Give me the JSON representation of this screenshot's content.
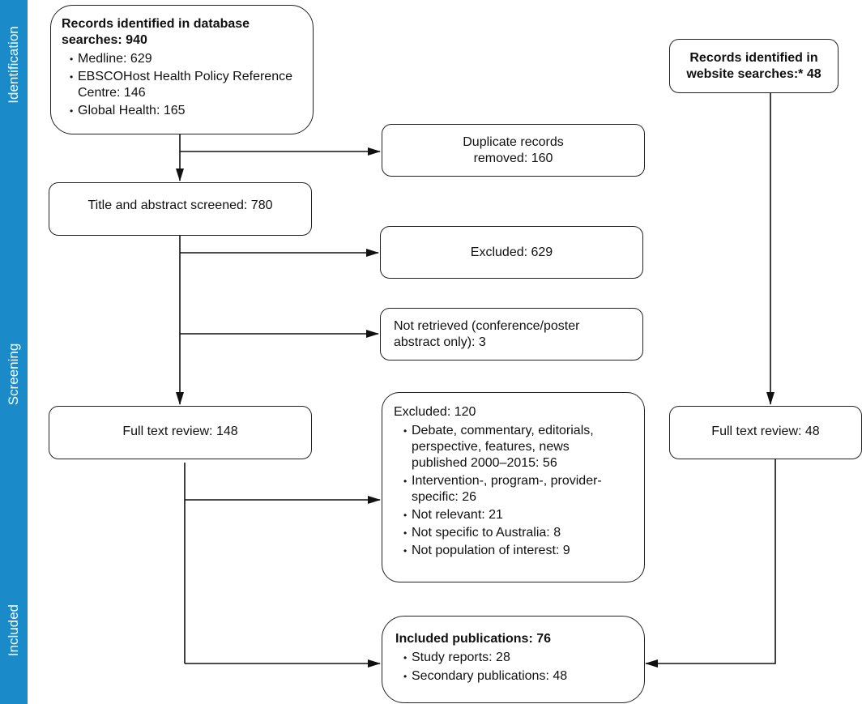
{
  "phases": {
    "identification": "Identification",
    "screening": "Screening",
    "included": "Included"
  },
  "database_search": {
    "title": "Records identified in database searches: 940",
    "items": [
      "Medline: 629",
      "EBSCOHost Health Policy Reference Centre: 146",
      "Global Health: 165"
    ]
  },
  "website_search": {
    "title": "Records identified in website searches:* 48"
  },
  "duplicates": {
    "text": "Duplicate records removed: 160"
  },
  "title_abstract": {
    "text": "Title and abstract screened: 780"
  },
  "excluded_screen": {
    "text": "Excluded: 629"
  },
  "not_retrieved": {
    "text": "Not retrieved (conference/poster abstract only): 3"
  },
  "full_text_db": {
    "text": "Full text review: 148"
  },
  "full_text_web": {
    "text": "Full text review: 48"
  },
  "excluded_full": {
    "title": "Excluded: 120",
    "items": [
      "Debate, commentary, editorials, perspective, features, news published 2000–2015: 56",
      "Intervention-, program-, provider-specific: 26",
      "Not relevant: 21",
      "Not specific to Australia: 8",
      "Not population of interest: 9"
    ]
  },
  "included": {
    "title": "Included publications: 76",
    "items": [
      "Study reports: 28",
      "Secondary publications: 48"
    ]
  }
}
